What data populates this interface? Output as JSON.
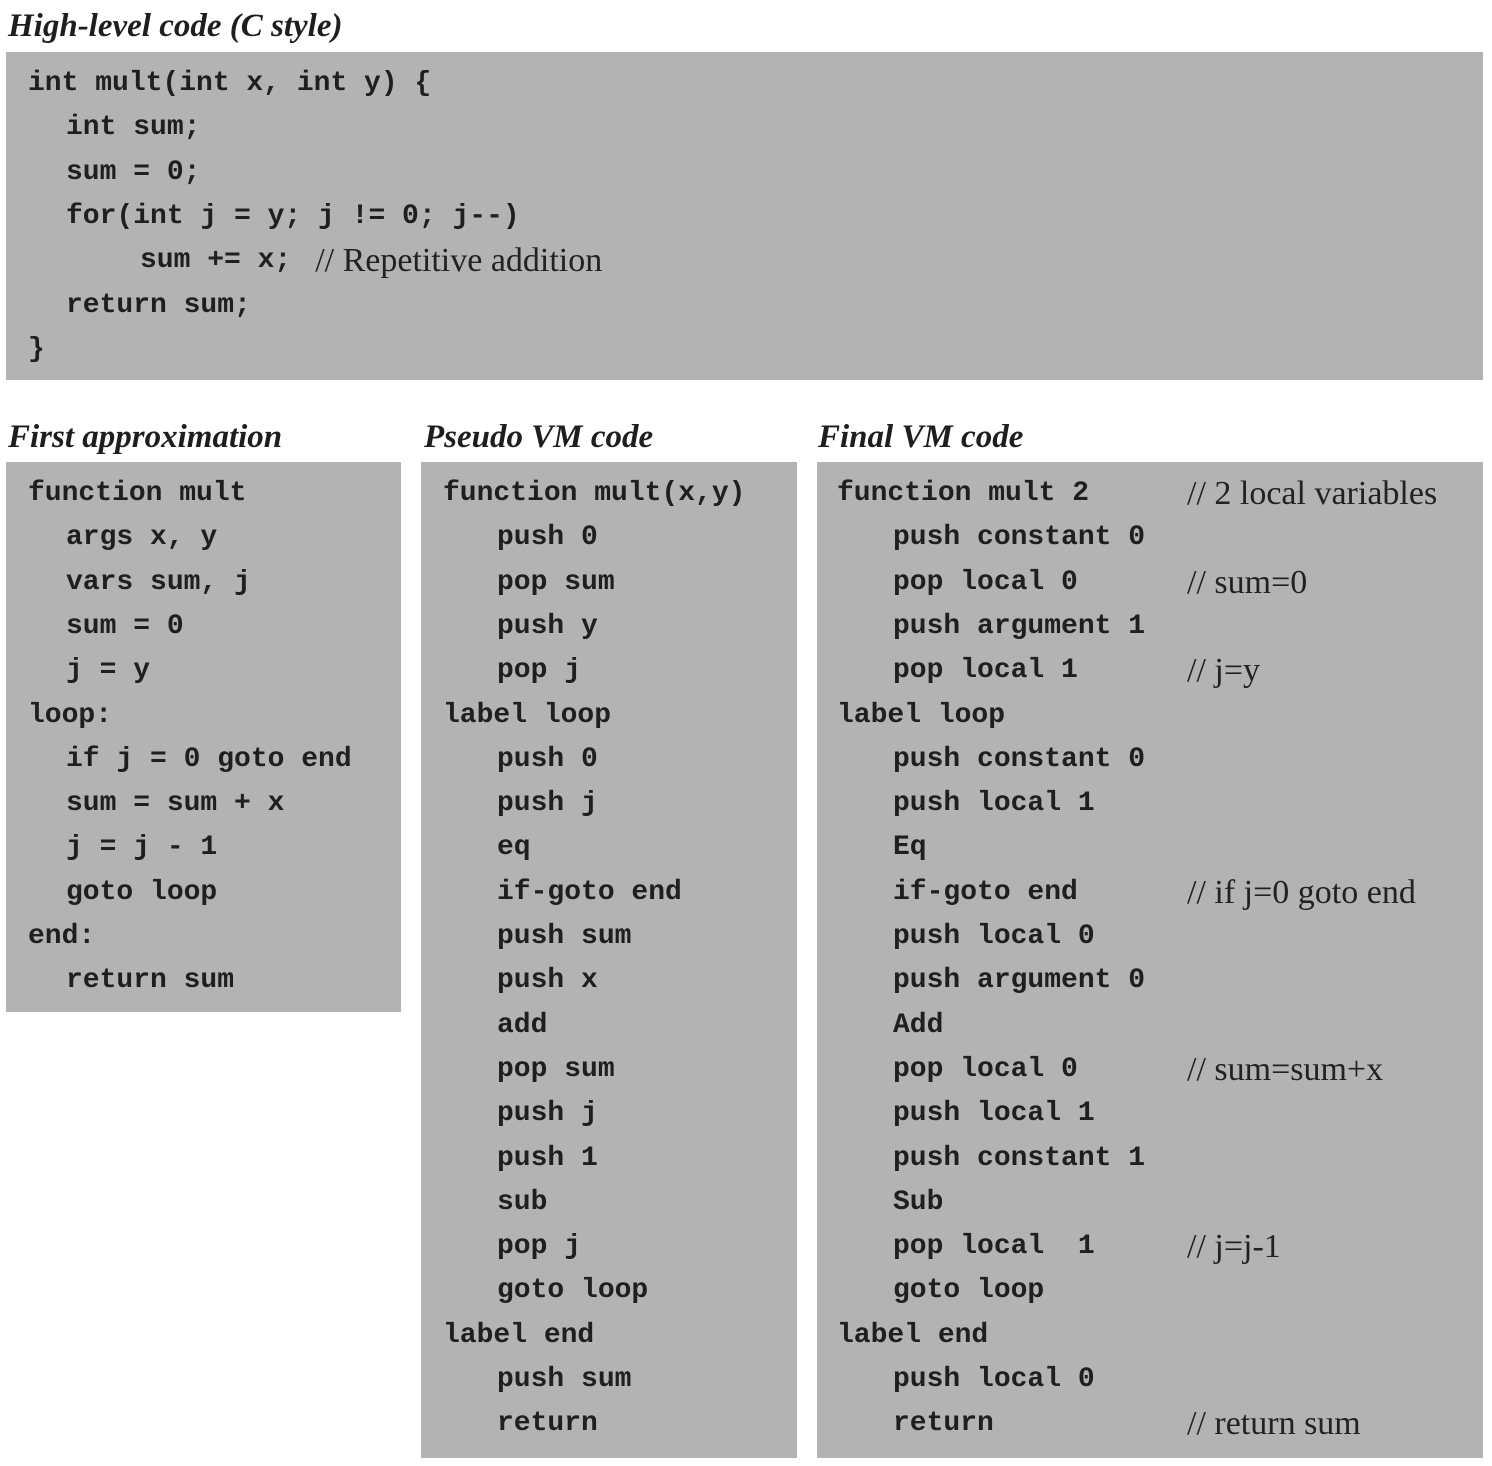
{
  "high_level": {
    "heading": "High-level code (C style)",
    "lines": [
      {
        "code": "int mult(int x, int y) {",
        "indent": 0,
        "comment": ""
      },
      {
        "code": "int sum;",
        "indent": 1,
        "comment": ""
      },
      {
        "code": "sum = 0;",
        "indent": 1,
        "comment": ""
      },
      {
        "code": "for(int j = y; j != 0; j--)",
        "indent": 1,
        "comment": ""
      },
      {
        "code": "sum += x;",
        "indent": 3,
        "comment": "// Repetitive addition"
      },
      {
        "code": "return sum;",
        "indent": 1,
        "comment": ""
      },
      {
        "code": "}",
        "indent": 0,
        "comment": ""
      }
    ]
  },
  "first_approx": {
    "heading": "First approximation",
    "lines": [
      {
        "code": "function mult",
        "indent": 0
      },
      {
        "code": "args x, y",
        "indent": 1
      },
      {
        "code": "vars sum, j",
        "indent": 1
      },
      {
        "code": "sum = 0",
        "indent": 1
      },
      {
        "code": "j = y",
        "indent": 1
      },
      {
        "code": "loop:",
        "indent": 0
      },
      {
        "code": "if j = 0 goto end",
        "indent": 1
      },
      {
        "code": "sum = sum + x",
        "indent": 1
      },
      {
        "code": "j = j - 1",
        "indent": 1
      },
      {
        "code": "goto loop",
        "indent": 1
      },
      {
        "code": "end:",
        "indent": 0
      },
      {
        "code": "return sum",
        "indent": 1
      }
    ]
  },
  "pseudo_vm": {
    "heading": "Pseudo VM code",
    "lines": [
      {
        "code": "function mult(x,y)",
        "indent": 0
      },
      {
        "code": "push 0",
        "indent": 1
      },
      {
        "code": "pop sum",
        "indent": 1
      },
      {
        "code": "push y",
        "indent": 1
      },
      {
        "code": "pop j",
        "indent": 1
      },
      {
        "code": "label loop",
        "indent": 0
      },
      {
        "code": "push 0",
        "indent": 1
      },
      {
        "code": "push j",
        "indent": 1
      },
      {
        "code": "eq",
        "indent": 1
      },
      {
        "code": "if-goto end",
        "indent": 1
      },
      {
        "code": "push sum",
        "indent": 1
      },
      {
        "code": "push x",
        "indent": 1
      },
      {
        "code": "add",
        "indent": 1
      },
      {
        "code": "pop sum",
        "indent": 1
      },
      {
        "code": "push j",
        "indent": 1
      },
      {
        "code": "push 1",
        "indent": 1
      },
      {
        "code": "sub",
        "indent": 1
      },
      {
        "code": "pop j",
        "indent": 1
      },
      {
        "code": "goto loop",
        "indent": 1
      },
      {
        "code": "label end",
        "indent": 0
      },
      {
        "code": "push sum",
        "indent": 1
      },
      {
        "code": "return",
        "indent": 1
      }
    ]
  },
  "final_vm": {
    "heading": "Final VM code",
    "lines": [
      {
        "code": "function mult 2",
        "indent": 0,
        "comment": "// 2 local variables"
      },
      {
        "code": "push constant 0",
        "indent": 1,
        "comment": ""
      },
      {
        "code": "pop local 0",
        "indent": 1,
        "comment": "// sum=0"
      },
      {
        "code": "push argument 1",
        "indent": 1,
        "comment": ""
      },
      {
        "code": "pop local 1",
        "indent": 1,
        "comment": "// j=y"
      },
      {
        "code": "label loop",
        "indent": 0,
        "comment": ""
      },
      {
        "code": "push constant 0",
        "indent": 1,
        "comment": ""
      },
      {
        "code": "push local 1",
        "indent": 1,
        "comment": ""
      },
      {
        "code": "Eq",
        "indent": 1,
        "comment": ""
      },
      {
        "code": "if-goto end",
        "indent": 1,
        "comment": "// if j=0 goto end"
      },
      {
        "code": "push local 0",
        "indent": 1,
        "comment": ""
      },
      {
        "code": "push argument 0",
        "indent": 1,
        "comment": ""
      },
      {
        "code": "Add",
        "indent": 1,
        "comment": ""
      },
      {
        "code": "pop local 0",
        "indent": 1,
        "comment": "// sum=sum+x"
      },
      {
        "code": "push local 1",
        "indent": 1,
        "comment": ""
      },
      {
        "code": "push constant 1",
        "indent": 1,
        "comment": ""
      },
      {
        "code": "Sub",
        "indent": 1,
        "comment": ""
      },
      {
        "code": "pop local  1",
        "indent": 1,
        "comment": "// j=j-1"
      },
      {
        "code": "goto loop",
        "indent": 1,
        "comment": ""
      },
      {
        "code": "label end",
        "indent": 0,
        "comment": ""
      },
      {
        "code": "push local 0",
        "indent": 1,
        "comment": ""
      },
      {
        "code": "return",
        "indent": 1,
        "comment": "// return sum"
      }
    ]
  }
}
